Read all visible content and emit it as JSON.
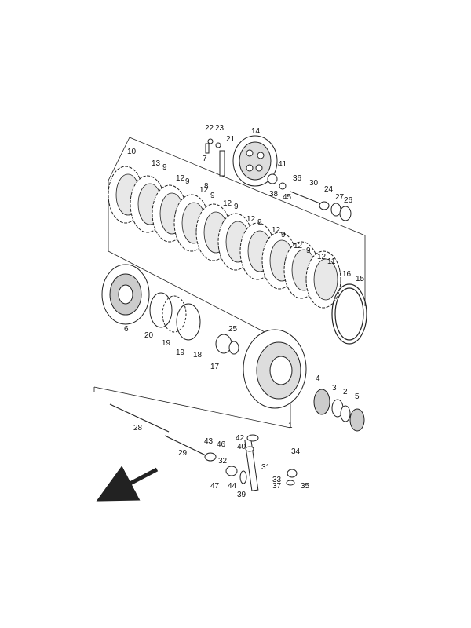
{
  "diagram": {
    "labels": [
      {
        "name": "part-label-1",
        "text": "1"
      },
      {
        "name": "part-label-2",
        "text": "2"
      },
      {
        "name": "part-label-3",
        "text": "3"
      },
      {
        "name": "part-label-4",
        "text": "4"
      },
      {
        "name": "part-label-5",
        "text": "5"
      },
      {
        "name": "part-label-6",
        "text": "6"
      },
      {
        "name": "part-label-7",
        "text": "7"
      },
      {
        "name": "part-label-8",
        "text": "8"
      },
      {
        "name": "part-label-9a",
        "text": "9"
      },
      {
        "name": "part-label-9b",
        "text": "9"
      },
      {
        "name": "part-label-9c",
        "text": "9"
      },
      {
        "name": "part-label-9d",
        "text": "9"
      },
      {
        "name": "part-label-9e",
        "text": "9"
      },
      {
        "name": "part-label-9f",
        "text": "9"
      },
      {
        "name": "part-label-9g",
        "text": "9"
      },
      {
        "name": "part-label-10",
        "text": "10"
      },
      {
        "name": "part-label-11",
        "text": "11"
      },
      {
        "name": "part-label-12a",
        "text": "12"
      },
      {
        "name": "part-label-12b",
        "text": "12"
      },
      {
        "name": "part-label-12c",
        "text": "12"
      },
      {
        "name": "part-label-12d",
        "text": "12"
      },
      {
        "name": "part-label-12e",
        "text": "12"
      },
      {
        "name": "part-label-12f",
        "text": "12"
      },
      {
        "name": "part-label-12g",
        "text": "12"
      },
      {
        "name": "part-label-13",
        "text": "13"
      },
      {
        "name": "part-label-14",
        "text": "14"
      },
      {
        "name": "part-label-15",
        "text": "15"
      },
      {
        "name": "part-label-16",
        "text": "16"
      },
      {
        "name": "part-label-17",
        "text": "17"
      },
      {
        "name": "part-label-18",
        "text": "18"
      },
      {
        "name": "part-label-19a",
        "text": "19"
      },
      {
        "name": "part-label-19b",
        "text": "19"
      },
      {
        "name": "part-label-20",
        "text": "20"
      },
      {
        "name": "part-label-21",
        "text": "21"
      },
      {
        "name": "part-label-22",
        "text": "22"
      },
      {
        "name": "part-label-23",
        "text": "23"
      },
      {
        "name": "part-label-24",
        "text": "24"
      },
      {
        "name": "part-label-25",
        "text": "25"
      },
      {
        "name": "part-label-26",
        "text": "26"
      },
      {
        "name": "part-label-27",
        "text": "27"
      },
      {
        "name": "part-label-28",
        "text": "28"
      },
      {
        "name": "part-label-29",
        "text": "29"
      },
      {
        "name": "part-label-30",
        "text": "30"
      },
      {
        "name": "part-label-31",
        "text": "31"
      },
      {
        "name": "part-label-32",
        "text": "32"
      },
      {
        "name": "part-label-33",
        "text": "33"
      },
      {
        "name": "part-label-34",
        "text": "34"
      },
      {
        "name": "part-label-35",
        "text": "35"
      },
      {
        "name": "part-label-36",
        "text": "36"
      },
      {
        "name": "part-label-37",
        "text": "37"
      },
      {
        "name": "part-label-38",
        "text": "38"
      },
      {
        "name": "part-label-39",
        "text": "39"
      },
      {
        "name": "part-label-40",
        "text": "40"
      },
      {
        "name": "part-label-41",
        "text": "41"
      },
      {
        "name": "part-label-42",
        "text": "42"
      },
      {
        "name": "part-label-43",
        "text": "43"
      },
      {
        "name": "part-label-44",
        "text": "44"
      },
      {
        "name": "part-label-45",
        "text": "45"
      },
      {
        "name": "part-label-46",
        "text": "46"
      },
      {
        "name": "part-label-47",
        "text": "47"
      }
    ],
    "colors": {
      "line": "#222222",
      "fill": "#ffffff",
      "shade": "#bfbfbf"
    }
  }
}
